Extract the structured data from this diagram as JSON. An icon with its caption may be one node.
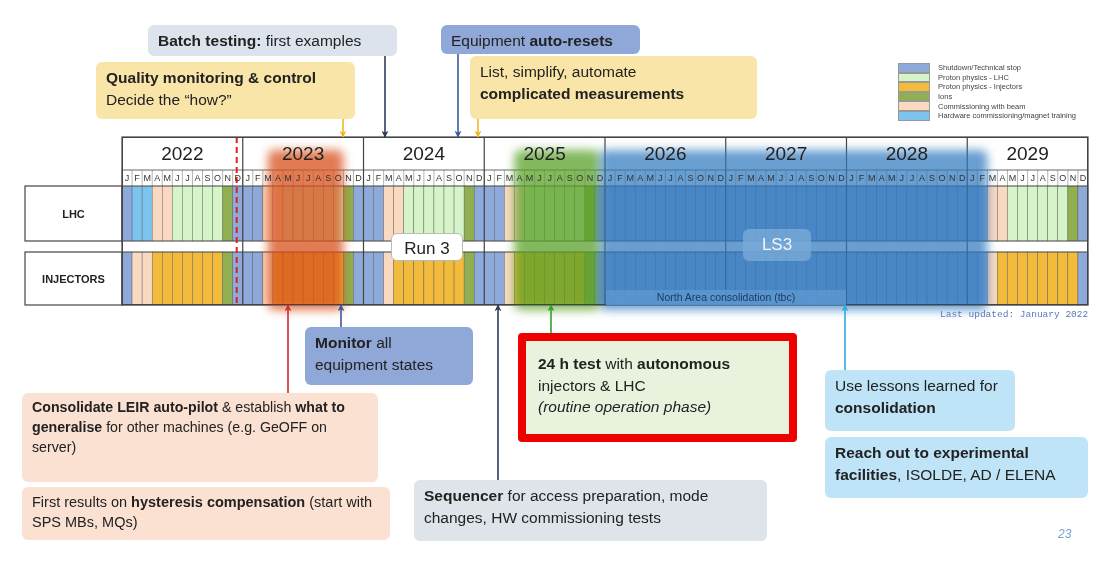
{
  "diagram": {
    "nodes": [
      {
        "text": [
          "**Batch testing:** first examples"
        ]
      },
      {
        "text": [
          "Equipment **auto-resets**"
        ]
      },
      {
        "text": [
          "Quality monitoring & control",
          "Decide the “how?”"
        ]
      },
      {
        "text": [
          "List, simplify, automate",
          "complicated measurements"
        ]
      },
      {
        "text": [],
        "shape": "box"
      },
      {
        "text": [
          "Run 3"
        ],
        "in": 4
      },
      {
        "text": [
          "LS3"
        ],
        "in": 4
      },
      {
        "text": [
          "North Area consolidation (tbc)"
        ],
        "in": 4
      },
      {
        "text": [
          "**Monitor** all equipment states"
        ]
      },
      {
        "text": [
          "**24 h test** with **autonomous** injectors & LHC",
          "(routine operation phase)"
        ]
      },
      {
        "text": [
          "Use lessons learned for **consolidation**"
        ]
      },
      {
        "text": [
          "**Reach out to experimental facilities**, ISOLDE, AD / ELENA"
        ]
      },
      {
        "text": [
          "**Consolidate LEIR auto-pilot** & establish **what to generalise** for other machines (e.g. GeOFF on server)"
        ]
      },
      {
        "text": [
          "First results on **hysteresis compensation** (start with SPS MBs, MQs)"
        ]
      },
      {
        "text": [
          "**Sequencer** for access preparation, mode changes, HW commissioning tests"
        ]
      }
    ],
    "edges": [
      {
        "from": 0,
        "to": 4,
        "arrow": "to",
        "color": "#2f3b5c"
      },
      {
        "from": 1,
        "to": 4,
        "arrow": "to",
        "color": "#3a5a9c"
      },
      {
        "from": 2,
        "to": 4,
        "arrow": "to",
        "color": "#f0b820"
      },
      {
        "from": 3,
        "to": 4,
        "arrow": "to",
        "color": "#f0b820"
      },
      {
        "from": 12,
        "to": 4,
        "arrow": "to",
        "color": "#d82828"
      },
      {
        "from": 8,
        "to": 4,
        "arrow": "to",
        "color": "#3a5a9c"
      },
      {
        "from": 14,
        "to": 4,
        "arrow": "to",
        "color": "#2f3b5c"
      },
      {
        "from": 9,
        "to": 4,
        "arrow": "to",
        "color": "#30a030"
      },
      {
        "from": 10,
        "to": 4,
        "arrow": "to",
        "color": "#30a8e0"
      }
    ],
    "labels": [
      "2022",
      "2023",
      "2024",
      "2025",
      "2026",
      "2027",
      "2028",
      "2029",
      "J",
      "F",
      "M",
      "A",
      "M",
      "J",
      "J",
      "A",
      "S",
      "O",
      "N",
      "D",
      "J",
      "F",
      "M",
      "A",
      "M",
      "J",
      "J",
      "A",
      "S",
      "O",
      "N",
      "D",
      "J",
      "F",
      "M",
      "A",
      "M",
      "J",
      "J",
      "A",
      "S",
      "O",
      "N",
      "D",
      "J",
      "F",
      "M",
      "A",
      "M",
      "J",
      "J",
      "A",
      "S",
      "O",
      "N",
      "D",
      "J",
      "F",
      "M",
      "A",
      "M",
      "J",
      "J",
      "A",
      "S",
      "O",
      "N",
      "D",
      "J",
      "F",
      "M",
      "A",
      "M",
      "J",
      "J",
      "A",
      "S",
      "O",
      "N",
      "D",
      "J",
      "F",
      "M",
      "A",
      "M",
      "J",
      "J",
      "A",
      "S",
      "O",
      "N",
      "D",
      "J",
      "F",
      "M",
      "A",
      "M",
      "J",
      "J",
      "A",
      "S",
      "O",
      "N",
      "D",
      "LHC",
      "INJECTORS",
      "Last updated: January 2022",
      "23"
    ],
    "legend": [
      {
        "text": "Shutdown/Technical stop",
        "color": "#8eaadb"
      },
      {
        "text": "Proton physics - LHC",
        "color": "#d5f5c8"
      },
      {
        "text": "Proton physics - Injectors",
        "color": "#f2bb3c"
      },
      {
        "text": "Ions",
        "color": "#8faf50"
      },
      {
        "text": "Commissioning with beam",
        "color": "#f9d9c0"
      },
      {
        "text": "Hardware commissioning/magnet training",
        "color": "#7cc4ee"
      }
    ]
  }
}
